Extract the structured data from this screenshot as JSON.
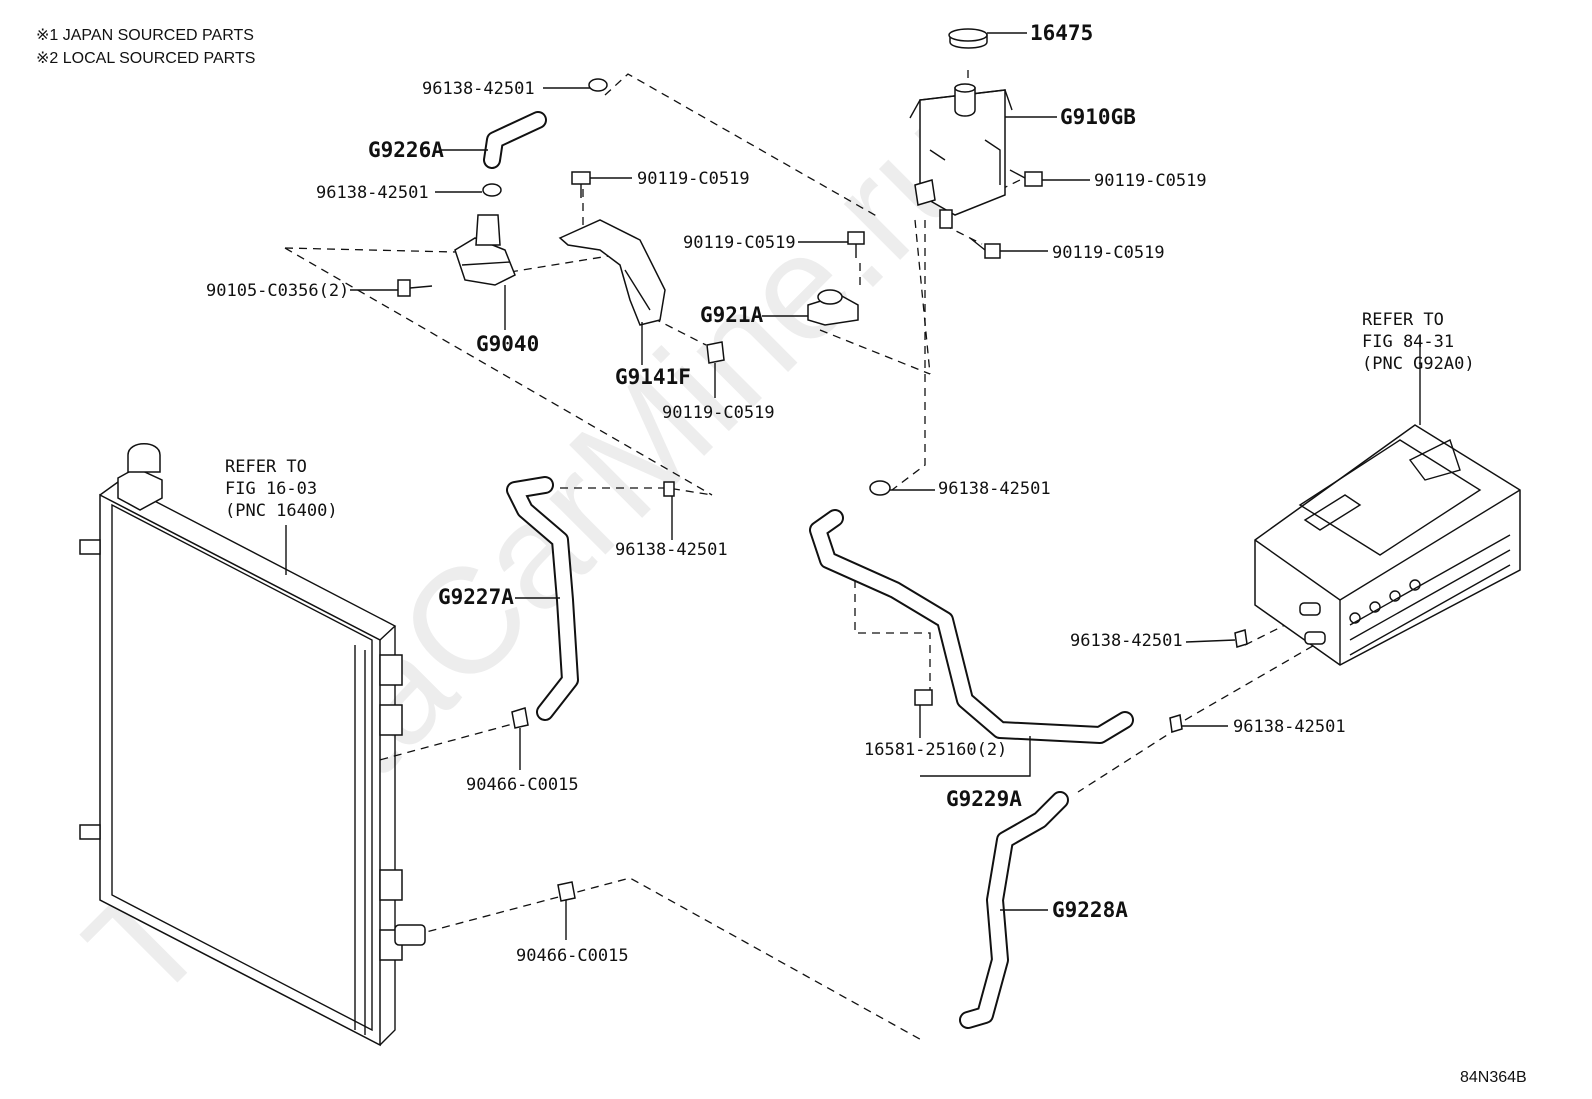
{
  "watermark": "ToyotaCarMine.ru",
  "notes": [
    "※1 JAPAN SOURCED PARTS",
    "※2 LOCAL SOURCED PARTS"
  ],
  "figure_code": "84N364B",
  "refs": {
    "radiator": [
      "REFER TO",
      "FIG 16-03",
      "(PNC 16400)"
    ],
    "inverter": [
      "REFER TO",
      "FIG 84-31",
      "(PNC G92A0)"
    ]
  },
  "parts": {
    "cap": "16475",
    "reservoir": "G910GB",
    "bolt_res_upper": "90119-C0519",
    "bolt_res_lower": "90119-C0519",
    "clamp_top": "96138-42501",
    "hose_g9226a": "G9226A",
    "clamp_g9226a_lower": "96138-42501",
    "bolt_bracket_top": "90119-C0519",
    "bolt_g921a": "90119-C0519",
    "bolt_pump": "90105-C0356(2)",
    "pump": "G9040",
    "bracket": "G9141F",
    "bolt_bracket_bottom": "90119-C0519",
    "bracket_g921a": "G921A",
    "clamp_center": "96138-42501",
    "clamp_mid": "96138-42501",
    "hose_g9227a": "G9227A",
    "clamp_inverter_upper": "96138-42501",
    "clamp_inverter_lower": "96138-42501",
    "clip_radiator_upper": "90466-C0015",
    "clip_radiator_lower": "90466-C0015",
    "clip_hose_g9229a": "16581-25160(2)",
    "hose_g9229a": "G9229A",
    "hose_g9228a": "G9228A"
  }
}
